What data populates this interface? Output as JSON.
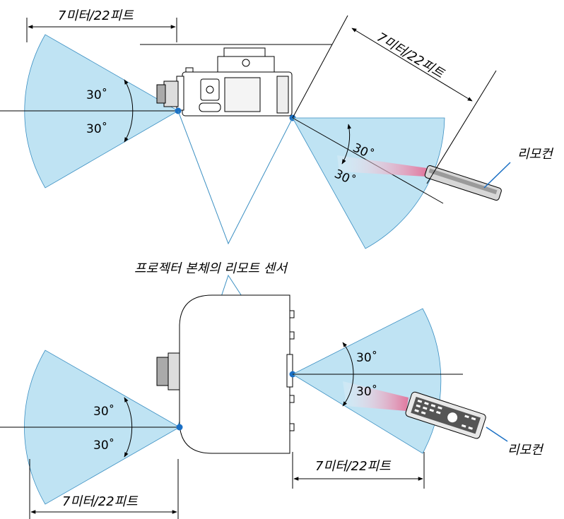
{
  "labels": {
    "distance": "7미터/22피트",
    "remote": "리모컨",
    "sensor": "프로젝터 본체의 리모트 센서",
    "angle": "30˚"
  },
  "colors": {
    "cone_fill": "#bfe3f3",
    "cone_stroke": "#3b8fc2",
    "sensor_dot": "#1a6fc4",
    "remote_beam": "#e0779e",
    "line": "#000000"
  }
}
